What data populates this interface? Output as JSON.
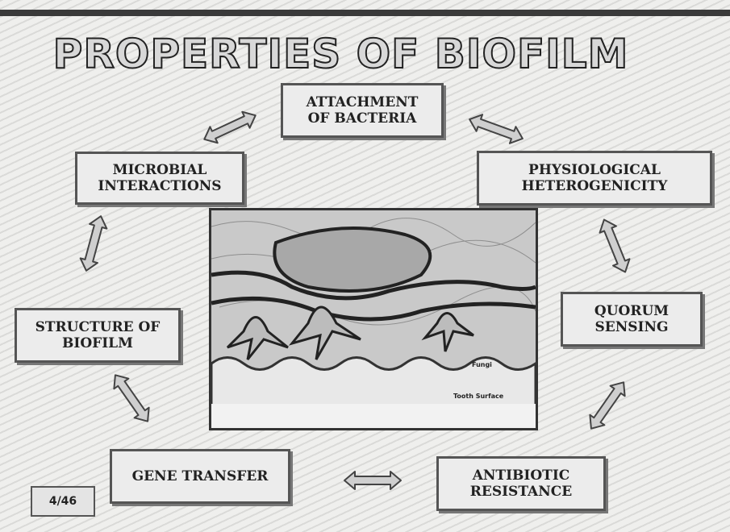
{
  "title": "PROPERTIES OF BIOFILM",
  "nodes": {
    "attachment": "ATTACHMENT\nOF BACTERIA",
    "physiological": "PHYSIOLOGICAL\nHETEROGENICITY",
    "quorum": "QUORUM\nSENSING",
    "antibiotic": "ANTIBIOTIC\nRESISTANCE",
    "gene_transfer": "GENE TRANSFER",
    "structure": "STRUCTURE OF\nBIOFILM",
    "microbial": "MICROBIAL\nINTERACTIONS"
  },
  "image_labels": {
    "label_1": "Fungi",
    "label_2": "Tooth Surface"
  },
  "page_number": "4/46"
}
